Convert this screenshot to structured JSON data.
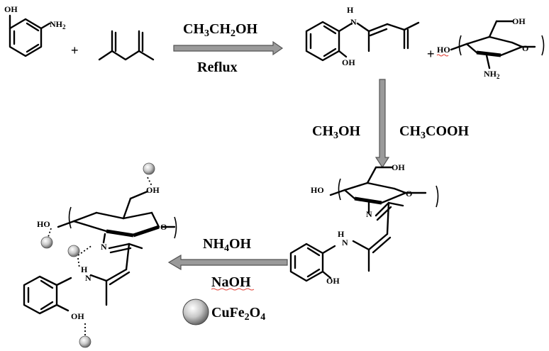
{
  "reactant_aminophenol": {
    "oh": "OH",
    "nh2_main": "NH",
    "nh2_sub": "2"
  },
  "reactant_acac": {},
  "plus_sign": "+",
  "step1": {
    "reagent_parts": [
      "CH",
      "3",
      "CH",
      "2",
      "OH"
    ],
    "condition": "Reflux"
  },
  "intermediate": {
    "nh_h": "H",
    "nh_n": "N",
    "oh": "OH"
  },
  "chitosan": {
    "oh_top": "OH",
    "ho_left": "HO",
    "nh2_main": "NH",
    "nh2_sub": "2"
  },
  "step2": {
    "solvent_parts": [
      "CH",
      "3",
      "OH"
    ],
    "acid_parts": [
      "CH",
      "3",
      "COOH"
    ]
  },
  "schiff_base": {
    "oh_top": "OH",
    "ho_left": "HO",
    "n_imine": "N",
    "nh_h": "H",
    "nh_n": "N",
    "oh": "OH"
  },
  "step3": {
    "base1_parts": [
      "NH",
      "4",
      "OH"
    ],
    "base2": "NaOH"
  },
  "nanocomposite": {
    "oh_top": "OH",
    "ho_left": "HO",
    "n_imine": "N",
    "nh_h": "H",
    "nh_n": "N",
    "oh": "OH"
  },
  "catalyst": {
    "parts": [
      "CuFe",
      "2",
      "O",
      "4"
    ]
  }
}
